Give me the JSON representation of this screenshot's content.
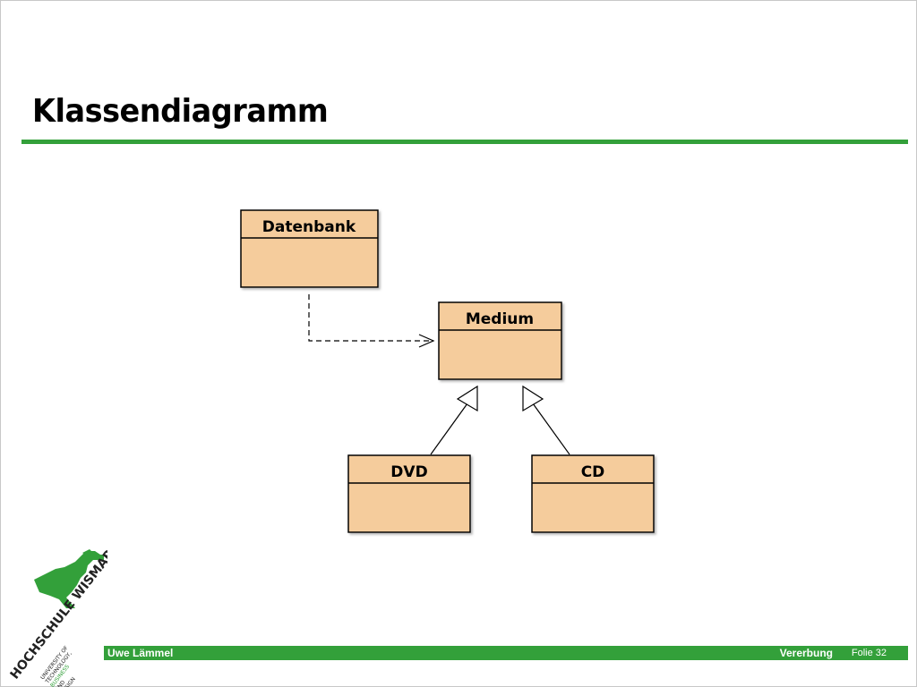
{
  "slide": {
    "title": "Klassendiagramm"
  },
  "diagram": {
    "classes": [
      {
        "id": "datenbank",
        "name": "Datenbank"
      },
      {
        "id": "medium",
        "name": "Medium"
      },
      {
        "id": "dvd",
        "name": "DVD"
      },
      {
        "id": "cd",
        "name": "CD"
      }
    ],
    "relations": [
      {
        "from": "Datenbank",
        "to": "Medium",
        "type": "dependency"
      },
      {
        "from": "DVD",
        "to": "Medium",
        "type": "generalization"
      },
      {
        "from": "CD",
        "to": "Medium",
        "type": "generalization"
      }
    ],
    "colors": {
      "class_fill": "#f5cc9c",
      "border": "#000000"
    }
  },
  "footer": {
    "author": "Uwe Lämmel",
    "topic": "Vererbung",
    "slide_number": "Folie 32",
    "accent_color": "#33a03a"
  },
  "logo": {
    "icon": "scout-figure-icon",
    "text_main": "HOCHSCHULE WISMAR",
    "text_sub_1": "UNIVERSITY OF",
    "text_sub_2": "TECHNOLOGY,",
    "text_sub_3": "BUSINESS",
    "text_sub_4": "AND",
    "text_sub_5": "DESIGN"
  }
}
